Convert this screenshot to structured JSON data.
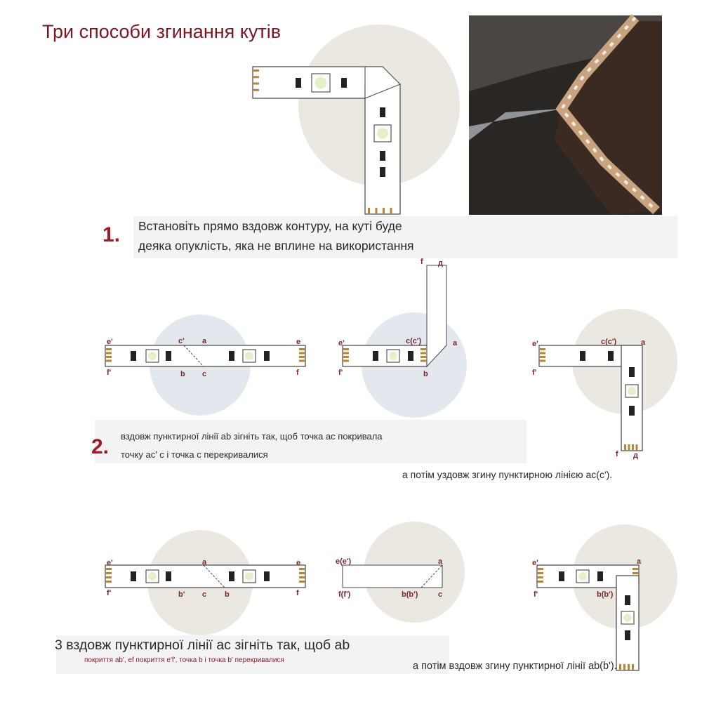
{
  "title": "Три способи згинання кутів",
  "step1": {
    "number": "1.",
    "line1": "Встановіть прямо вздовж контуру, на куті буде",
    "line2": "деяка опуклість, яка не вплине на використання"
  },
  "step2": {
    "number": "2.",
    "line1": "вздовж пунктирної лінії ab зігніть так, щоб точка ac покривала",
    "line2": "точку ac' c і точка c перекривалися",
    "then": "а потім уздовж згину пунктирною лінією ac(c')."
  },
  "step3": {
    "main": "3 вздовж пунктирної лінії ac зігніть так, щоб ab",
    "sub": "покриття ab', ef покриття e'f', точка b і точка b' перекривалися",
    "then": "а потім вздовж згину пунктирної лінії ab(b')."
  },
  "diagram_labels": {
    "d1": [
      "e'",
      "f'",
      "c'",
      "a",
      "b",
      "c",
      "e",
      "f"
    ],
    "d2": [
      "e'",
      "f'",
      "c(c')",
      "a",
      "b",
      "f",
      "д"
    ],
    "d3": [
      "e'",
      "f'",
      "c(c')",
      "a",
      "f",
      "д"
    ],
    "d4": [
      "e'",
      "f'",
      "a",
      "b'",
      "c",
      "b",
      "e",
      "f"
    ],
    "d5": [
      "e(e')",
      "a",
      "f(f')",
      "b(b')",
      "c"
    ],
    "d6": [
      "e'",
      "a",
      "b(b')",
      "f'"
    ]
  },
  "colors": {
    "title": "#7d1524",
    "number": "#a01b23",
    "circle": "#ebe8e2",
    "circle_blue": "#e3e8ef"
  }
}
